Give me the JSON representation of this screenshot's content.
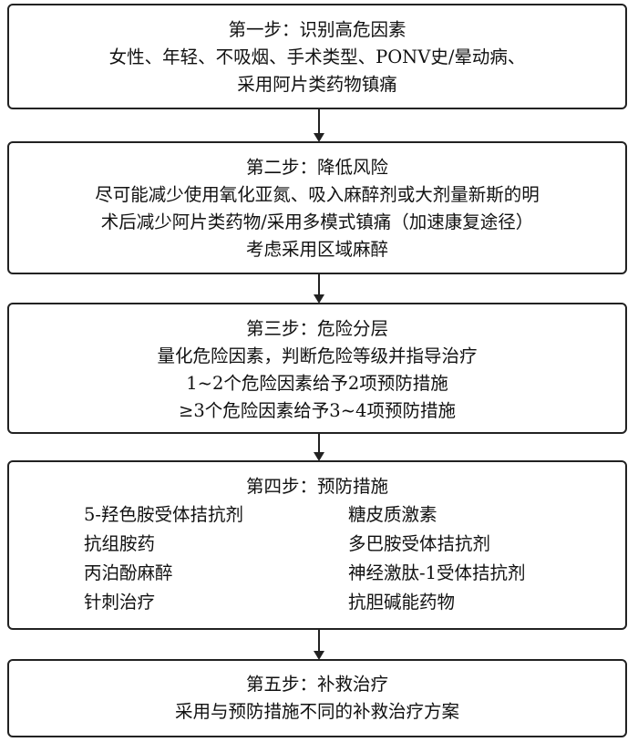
{
  "steps": [
    {
      "title": "第一步：识别高危因素",
      "lines": [
        "女性、年轻、不吸烟、手术类型、PONV史/晕动病、",
        "采用阿片类药物镇痛"
      ]
    },
    {
      "title": "第二步：降低风险",
      "lines": [
        "尽可能减少使用氧化亚氮、吸入麻醉剂或大剂量新斯的明",
        "术后减少阿片类药物/采用多模式镇痛（加速康复途径）",
        "考虑采用区域麻醉"
      ]
    },
    {
      "title": "第三步：危险分层",
      "lines": [
        "量化危险因素，判断危险等级并指导治疗",
        "1~2个危险因素给予2项预防措施",
        "≥3个危险因素给予3~4项预防措施"
      ]
    },
    {
      "title": "第四步：预防措施",
      "items": [
        "5-羟色胺受体拮抗剂",
        "糖皮质激素",
        "抗组胺药",
        "多巴胺受体拮抗剂",
        "丙泊酚麻醉",
        "神经激肽-1受体拮抗剂",
        "针刺治疗",
        "抗胆碱能药物"
      ]
    },
    {
      "title": "第五步：补救治疗",
      "lines": [
        "采用与预防措施不同的补救治疗方案"
      ]
    }
  ]
}
